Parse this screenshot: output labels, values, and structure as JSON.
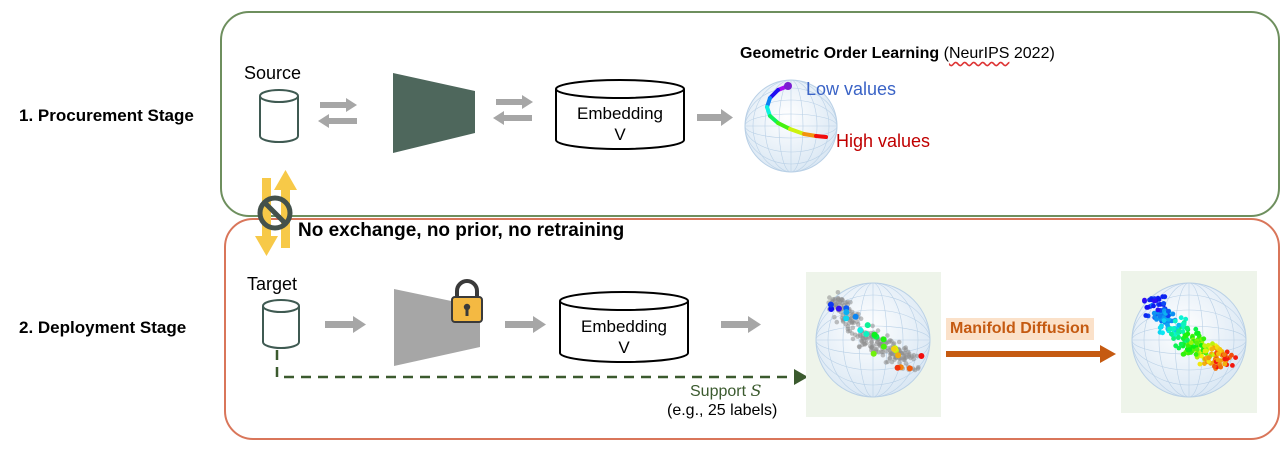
{
  "stage1": {
    "label": "1.  Procurement Stage",
    "source_label": "Source",
    "embedding_line1": "Embedding",
    "embedding_line2": "V",
    "gol_title_main": "Geometric Order Learning",
    "gol_title_open": " (",
    "gol_title_venue": "NeurIPS",
    "gol_title_year": " 2022)",
    "low_values": "Low values",
    "high_values": "High values"
  },
  "constraint_text": "No exchange, no prior, no retraining",
  "stage2": {
    "label": "2. Deployment Stage",
    "target_label": "Target",
    "embedding_line1": "Embedding",
    "embedding_line2": "V",
    "support_label": "Support ",
    "support_symbol": "S",
    "support_example": "(e.g., 25 labels)",
    "diffusion_label": "Manifold Diffusion"
  },
  "colors": {
    "stage1_border": "#6e8f5e",
    "stage2_border": "#d9765a",
    "encoder_fill": "#4e675c",
    "frozen_encoder_fill": "#a6a6a6",
    "low_values": "#3a63c6",
    "high_values": "#c00000",
    "support_text": "#3b5a2e",
    "diffusion_arrow": "#c55a11",
    "diffusion_label_bg": "#fbe1c9",
    "exchange_arrow": "#f7c948"
  }
}
